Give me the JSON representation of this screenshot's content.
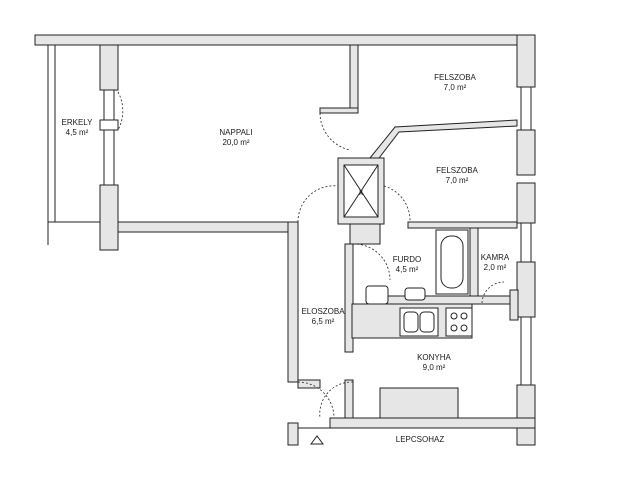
{
  "rooms": [
    {
      "id": "erkely",
      "name": "ERKELY",
      "area": "4,5 m²"
    },
    {
      "id": "nappali",
      "name": "NAPPALI",
      "area": "20,0 m²"
    },
    {
      "id": "felszoba1",
      "name": "FELSZOBA",
      "area": "7,0 m²"
    },
    {
      "id": "felszoba2",
      "name": "FELSZOBA",
      "area": "7,0 m²"
    },
    {
      "id": "furdo",
      "name": "FURDO",
      "area": "4,5 m²"
    },
    {
      "id": "kamra",
      "name": "KAMRA",
      "area": "2,0 m²"
    },
    {
      "id": "eloszoba",
      "name": "ELOSZOBA",
      "area": "6,5 m²"
    },
    {
      "id": "konyha",
      "name": "KONYHA",
      "area": "9,0 m²"
    }
  ],
  "stairwell": {
    "name": "LEPCSOHAZ"
  },
  "shaft_mark": "x",
  "colors": {
    "wall_fill": "#e6e6e6",
    "line": "#222222",
    "background": "#ffffff"
  }
}
